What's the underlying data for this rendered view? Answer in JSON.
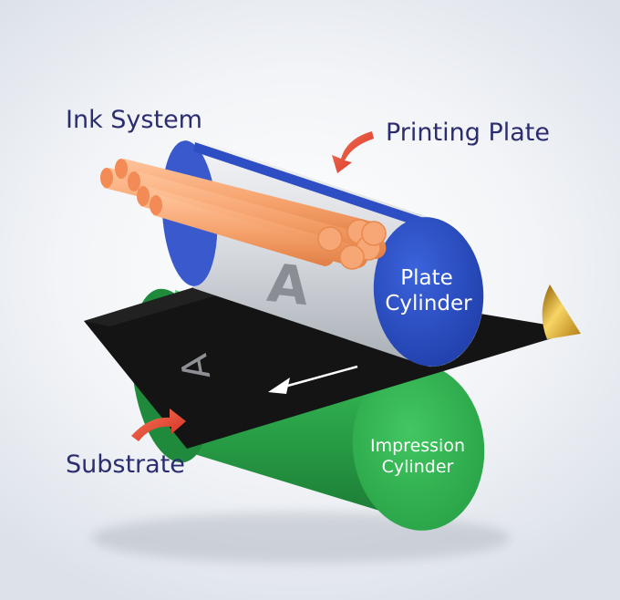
{
  "labels": {
    "ink_system": "Ink System",
    "printing_plate": "Printing Plate",
    "substrate": "Substrate",
    "plate_cylinder": [
      "Plate",
      "Cylinder"
    ],
    "impression_cylinder": [
      "Impression",
      "Cylinder"
    ],
    "plate_letter": "A",
    "substrate_letter": "A"
  },
  "colors": {
    "background": "#eef1f5",
    "label_text": "#2b2d6e",
    "plate_cylinder_end": "#2e4fc4",
    "plate_cylinder_body": "#d6d9de",
    "ink_rollers": "#f5a06a",
    "substrate": "#141414",
    "impression_cylinder": "#2fae4f",
    "pointer_arrows": "#e5392a",
    "foil_corner": "#d4a514"
  }
}
